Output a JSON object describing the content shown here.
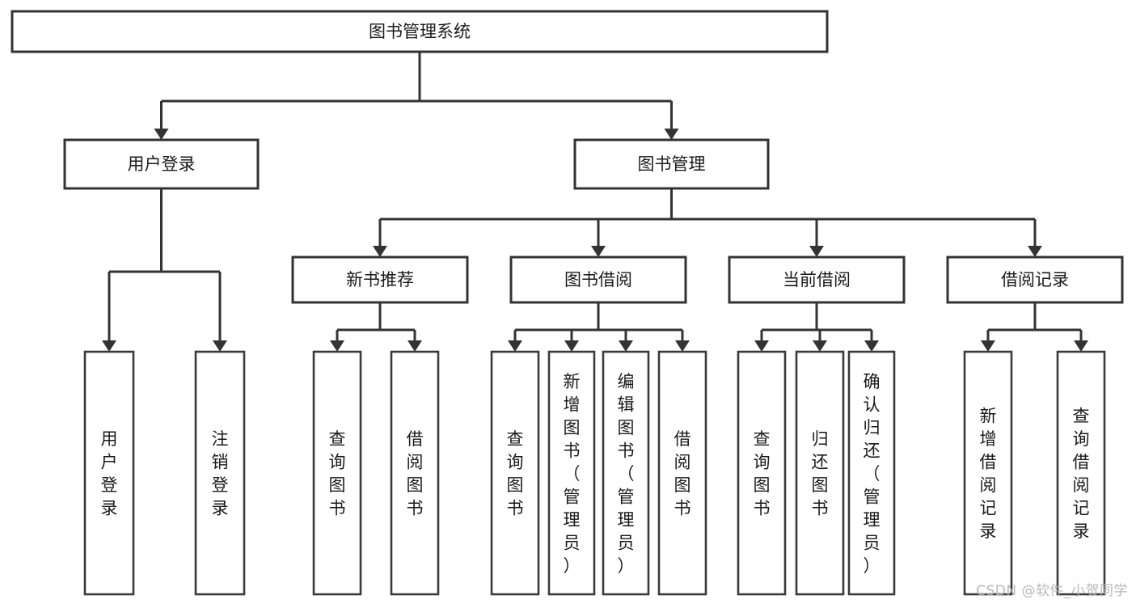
{
  "diagram": {
    "type": "hierarchy-tree",
    "title": "图书管理系统",
    "orientation": "top-down",
    "watermark": "CSDN @软件_小贺同学",
    "style": {
      "box_fill": "#ffffff",
      "box_stroke": "#333333",
      "line_color": "#333333",
      "text_color": "#1a1a1a",
      "watermark_color": "#b8b8b8",
      "background": "#ffffff"
    },
    "levels": [
      {
        "level": 1,
        "nodes": [
          {
            "id": "root",
            "label": "图书管理系统",
            "orientation": "horizontal"
          }
        ]
      },
      {
        "level": 2,
        "nodes": [
          {
            "id": "login",
            "label": "用户登录",
            "orientation": "horizontal",
            "parent": "root"
          },
          {
            "id": "bookmgmt",
            "label": "图书管理",
            "orientation": "horizontal",
            "parent": "root"
          }
        ]
      },
      {
        "level": 3,
        "nodes": [
          {
            "id": "newbook",
            "label": "新书推荐",
            "orientation": "horizontal",
            "parent": "bookmgmt"
          },
          {
            "id": "borrow",
            "label": "图书借阅",
            "orientation": "horizontal",
            "parent": "bookmgmt"
          },
          {
            "id": "current",
            "label": "当前借阅",
            "orientation": "horizontal",
            "parent": "bookmgmt"
          },
          {
            "id": "records",
            "label": "借阅记录",
            "orientation": "horizontal",
            "parent": "bookmgmt"
          }
        ]
      },
      {
        "level": 4,
        "nodes": [
          {
            "id": "leaf1",
            "label": "用户登录",
            "orientation": "vertical",
            "parent": "login"
          },
          {
            "id": "leaf2",
            "label": "注销登录",
            "orientation": "vertical",
            "parent": "login"
          },
          {
            "id": "leaf3",
            "label": "查询图书",
            "orientation": "vertical",
            "parent": "newbook"
          },
          {
            "id": "leaf4",
            "label": "借阅图书",
            "orientation": "vertical",
            "parent": "newbook"
          },
          {
            "id": "leaf5",
            "label": "查询图书",
            "orientation": "vertical",
            "parent": "borrow"
          },
          {
            "id": "leaf6",
            "label": "新增图书（管理员）",
            "orientation": "vertical",
            "parent": "borrow"
          },
          {
            "id": "leaf7",
            "label": "编辑图书（管理员）",
            "orientation": "vertical",
            "parent": "borrow"
          },
          {
            "id": "leaf8",
            "label": "借阅图书",
            "orientation": "vertical",
            "parent": "borrow"
          },
          {
            "id": "leaf9",
            "label": "查询图书",
            "orientation": "vertical",
            "parent": "current"
          },
          {
            "id": "leaf10",
            "label": "归还图书",
            "orientation": "vertical",
            "parent": "current"
          },
          {
            "id": "leaf11",
            "label": "确认归还（管理员）",
            "orientation": "vertical",
            "parent": "current"
          },
          {
            "id": "leaf12",
            "label": "新增借阅记录",
            "orientation": "vertical",
            "parent": "records"
          },
          {
            "id": "leaf13",
            "label": "查询借阅记录",
            "orientation": "vertical",
            "parent": "records"
          }
        ]
      }
    ]
  }
}
